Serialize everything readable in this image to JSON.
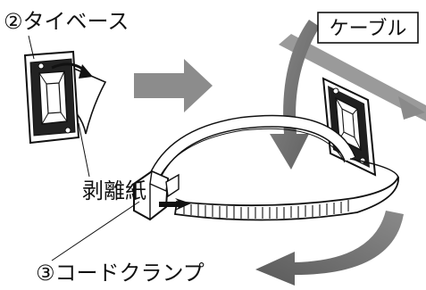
{
  "labels": {
    "tie_base": "②タイベース",
    "release_paper": "剥離紙",
    "cord_clamp": "③コードクランプ",
    "cable": "ケーブル"
  },
  "colors": {
    "ink": "#111111",
    "arrow_gray": "#7f7f7f",
    "arrow_light": "#a6a6a6",
    "base_dark": "#1a1a1a",
    "base_light": "#ffffff"
  }
}
